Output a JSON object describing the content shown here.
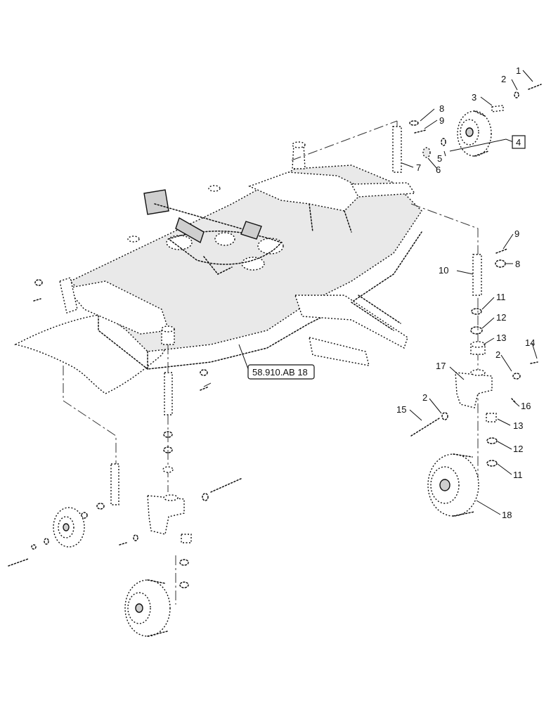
{
  "callouts": {
    "c1": "1",
    "c2a": "2",
    "c3": "3",
    "c4": "4",
    "c5": "5",
    "c6": "6",
    "c7": "7",
    "c8a": "8",
    "c9a": "9",
    "c9b": "9",
    "c10": "10",
    "c8b": "8",
    "c11a": "11",
    "c12a": "12",
    "c13a": "13",
    "c14": "14",
    "c2b": "2",
    "c17": "17",
    "c16": "16",
    "c2c": "2",
    "c15": "15",
    "c13b": "13",
    "c12b": "12",
    "c11b": "11",
    "c18": "18"
  },
  "reference": {
    "label": "58.910.AB 18"
  }
}
